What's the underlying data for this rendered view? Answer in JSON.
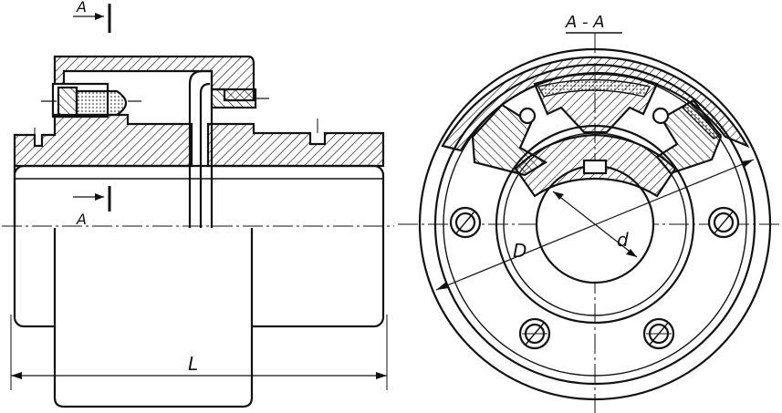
{
  "drawing": {
    "section_mark_top": "A",
    "section_mark_bottom": "A",
    "section_title": "A - A",
    "dim_length": "L",
    "dim_outer_diameter": "D",
    "dim_bore_diameter": "d"
  },
  "colors": {
    "line": "#111111",
    "background": "#ffffff"
  }
}
